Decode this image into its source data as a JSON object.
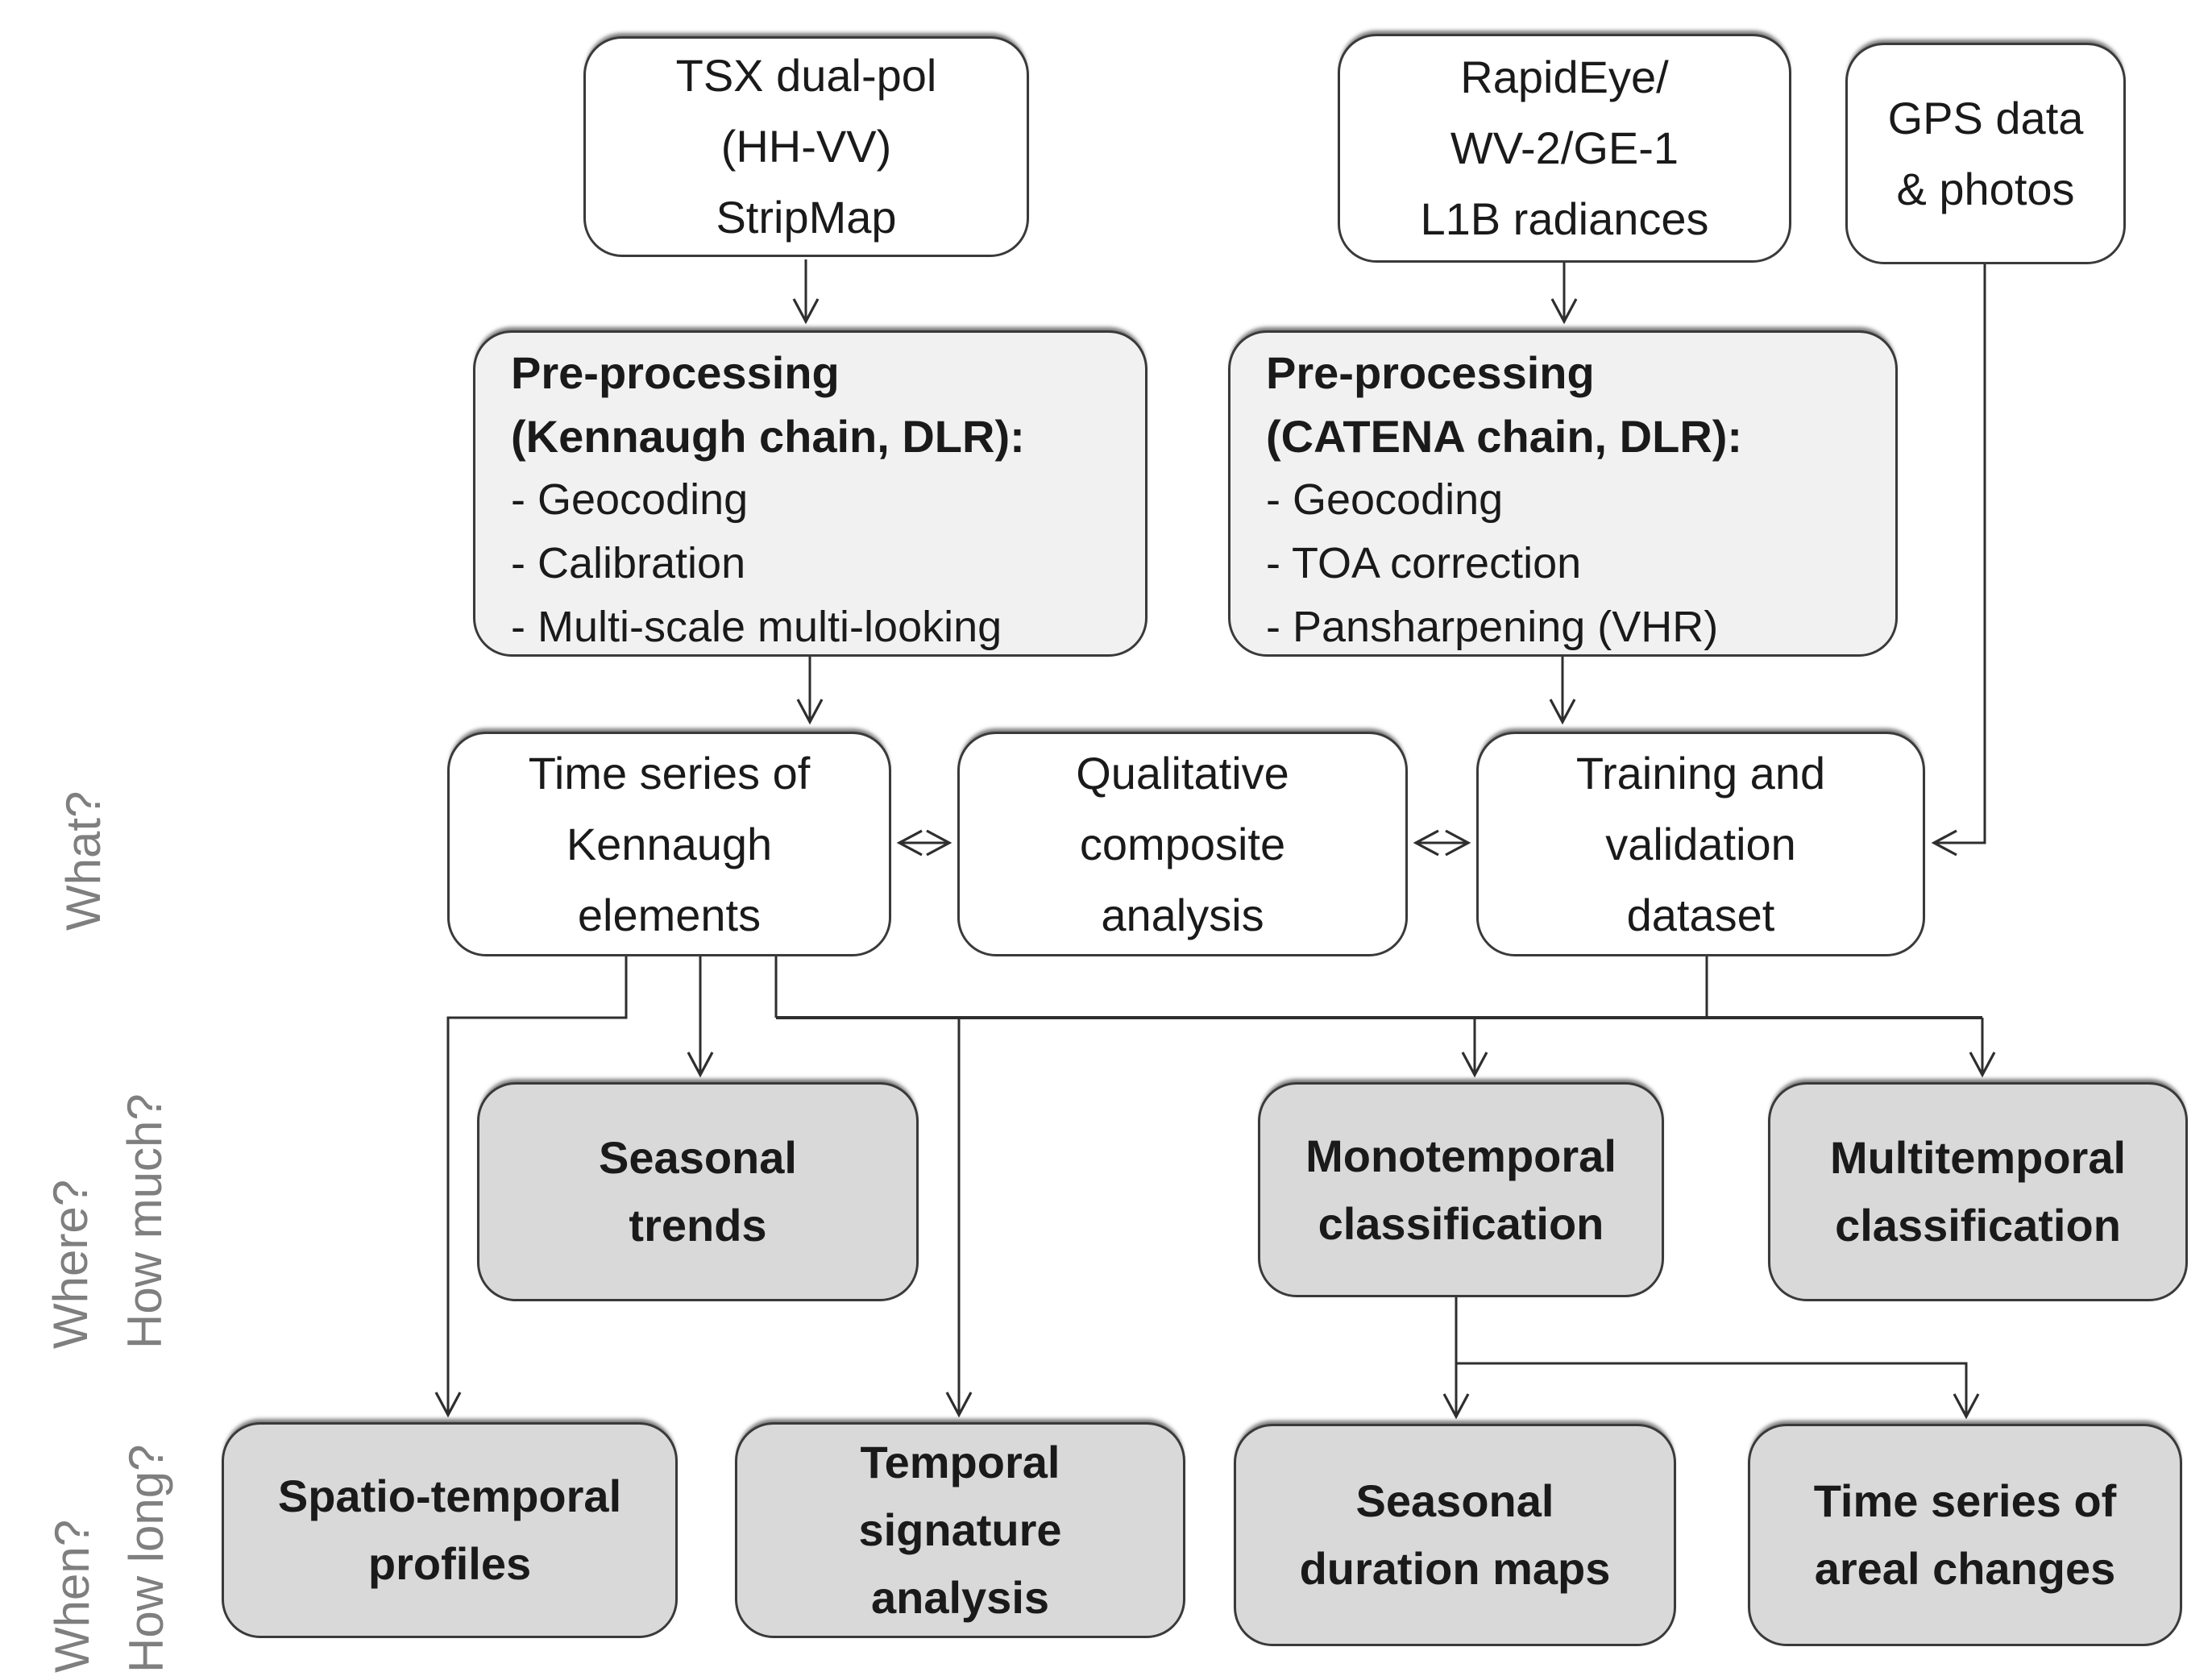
{
  "diagram": {
    "sources": {
      "tsx": "TSX dual-pol\n(HH-VV)\nStripMap",
      "optical": "RapidEye/\nWV-2/GE-1\nL1B radiances",
      "gps": "GPS data\n& photos"
    },
    "preprocessing_sar": {
      "title": "Pre-processing\n(Kennaugh chain, DLR):",
      "items": [
        "- Geocoding",
        "- Calibration",
        "- Multi-scale multi-looking"
      ]
    },
    "preprocessing_optical": {
      "title": "Pre-processing\n(CATENA chain, DLR):",
      "items": [
        "- Geocoding",
        "- TOA correction",
        "- Pansharpening (VHR)"
      ]
    },
    "intermediate": {
      "kennaugh_series": "Time series of\nKennaugh\nelements",
      "qualitative": "Qualitative\ncomposite\nanalysis",
      "training": "Training and\nvalidation\ndataset"
    },
    "analysis": {
      "seasonal_trends": "Seasonal\ntrends",
      "monotemporal": "Monotemporal\nclassification",
      "multitemporal": "Multitemporal\nclassification"
    },
    "outputs": {
      "spatio_temporal": "Spatio-temporal\nprofiles",
      "temporal_signature": "Temporal\nsignature\nanalysis",
      "seasonal_duration": "Seasonal\nduration maps",
      "areal_changes": "Time series of\nareal changes"
    },
    "side_labels": {
      "what": "What?",
      "where": "Where?\nHow much?",
      "when": "When?\nHow long?"
    },
    "colors": {
      "node_white": "#ffffff",
      "node_light_gray": "#f1f1f1",
      "node_gray": "#d9d9d9",
      "border": "#3a3a3a",
      "line": "#2e2e2e",
      "text": "#1a1a1a",
      "side_label_gray": "#7f7f7f"
    }
  }
}
